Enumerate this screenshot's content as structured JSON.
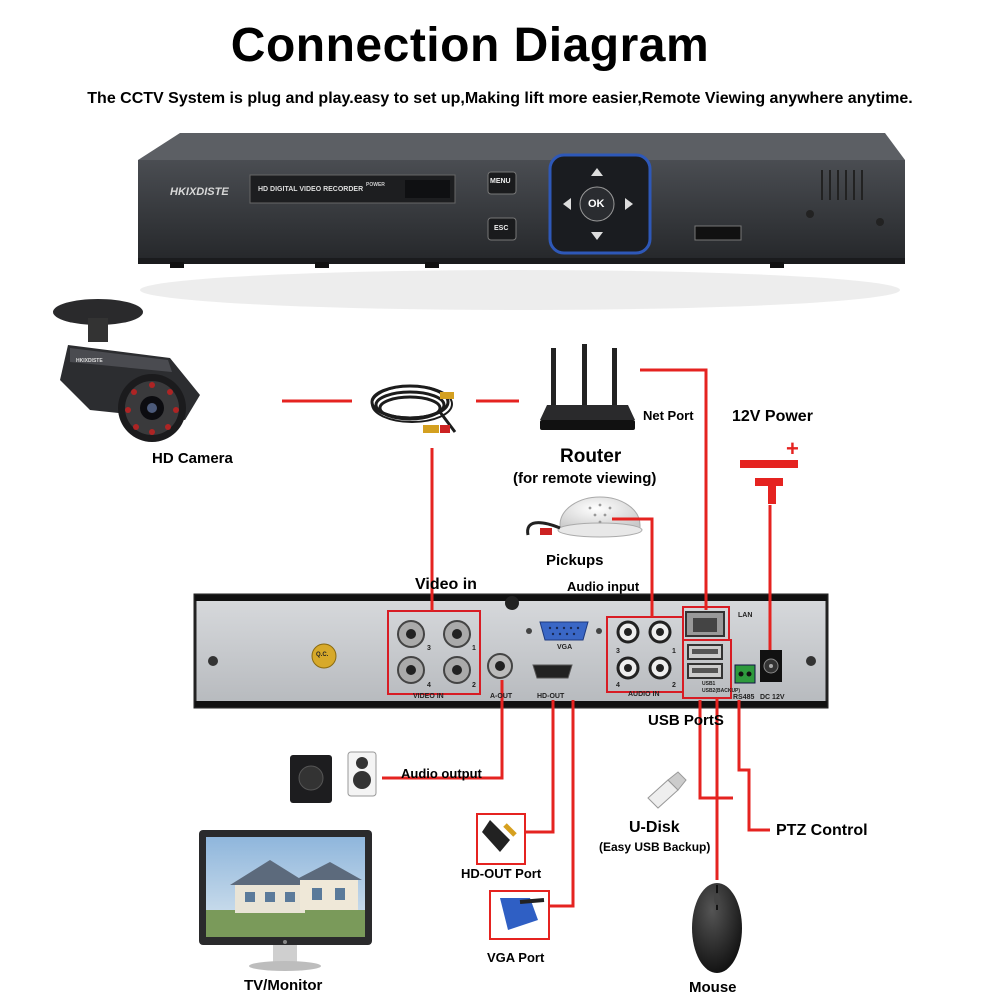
{
  "header": {
    "title": "Connection Diagram",
    "subtitle": "The CCTV System is plug and play.easy to set up,Making lift more easier,Remote Viewing anywhere anytime."
  },
  "dvr_front": {
    "brand": "HKIXDISTE",
    "display_text": "HD DIGITAL VIDEO RECORDER",
    "power_label": "POWER",
    "menu_button": "MENU",
    "esc_button": "ESC",
    "ok_button": "OK"
  },
  "camera": {
    "label": "HD Camera",
    "brand": "HKIXDISTE"
  },
  "router": {
    "label": "Router",
    "sublabel": "(for remote viewing)"
  },
  "net_port_label": "Net Port",
  "power": {
    "label": "12V Power",
    "plus_sign": "+"
  },
  "pickups_label": "Pickups",
  "rear_panel": {
    "video_in_title": "Video in",
    "audio_input_title": "Audio input",
    "video_in_text": "VIDEO IN",
    "a_out_text": "A-OUT",
    "hd_out_text": "HD-OUT",
    "vga_text": "VGA",
    "audio_in_text": "AUDIO IN",
    "lan_text": "LAN",
    "usb1_text": "USB1",
    "usb2_text": "USB2(BACKUP)",
    "rs485_text": "RS485",
    "dc_text": "DC 12V",
    "qc_text": "Q.C.",
    "port_numbers": [
      "3",
      "1",
      "4",
      "2"
    ]
  },
  "usb_ports_label": "USB PortS",
  "audio_output_label": "Audio output",
  "udisk": {
    "label": "U-Disk",
    "sublabel": "(Easy USB Backup)"
  },
  "ptz_label": "PTZ Control",
  "hdout_port_label": "HD-OUT Port",
  "vga_port_label": "VGA Port",
  "tv_label": "TV/Monitor",
  "mouse_label": "Mouse",
  "colors": {
    "connector_line": "#e52320",
    "highlight_box": "#d81c24",
    "dvr_body": "#3a3c40",
    "rear_panel": "#c9ccd0"
  }
}
